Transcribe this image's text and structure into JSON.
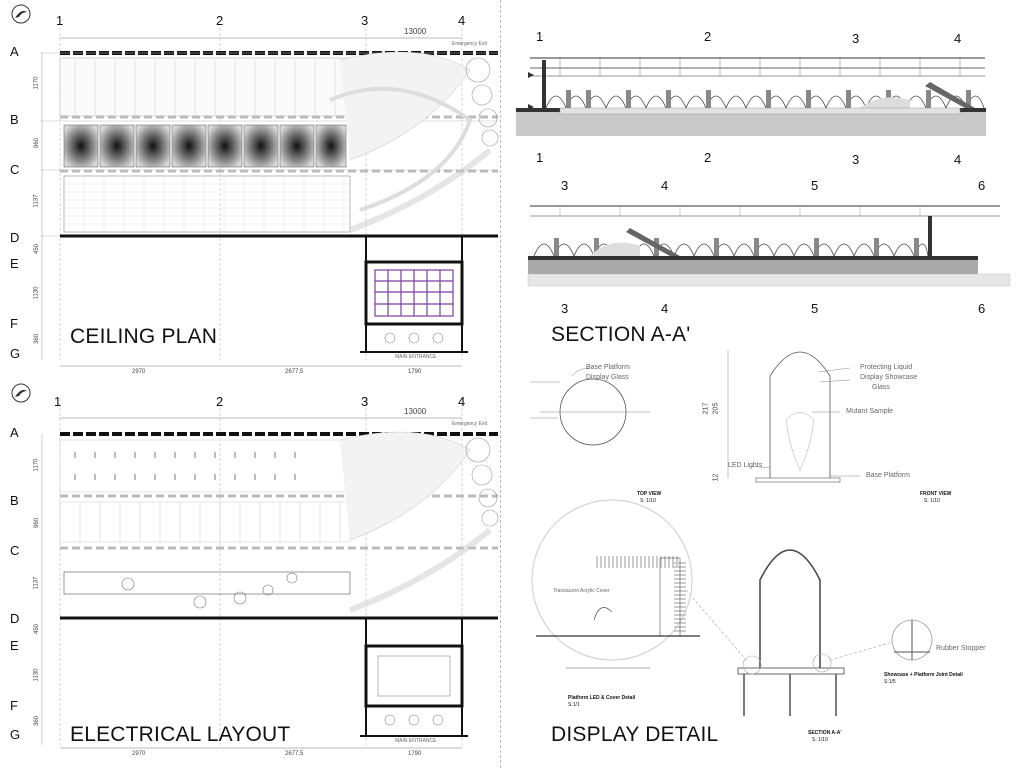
{
  "labels": {
    "ceiling_plan": "CEILING PLAN",
    "electrical_layout": "ELECTRICAL LAYOUT",
    "section": "SECTION A-A'",
    "display_detail": "DISPLAY DETAIL"
  },
  "plan_grid": {
    "columns": [
      "1",
      "2",
      "3",
      "4"
    ],
    "rows": [
      "A",
      "B",
      "C",
      "D",
      "E",
      "F",
      "G"
    ],
    "overall_dim": "13000",
    "bottom_dims": [
      "2970",
      "2677,5",
      "1790"
    ],
    "row_dims": [
      "1170",
      "960",
      "1137",
      "450",
      "1130",
      "360"
    ],
    "electrical_col3_alt": "3"
  },
  "section_grid": {
    "top_numbers": [
      "1",
      "2",
      "3",
      "4"
    ],
    "bottom_numbers": [
      "3",
      "4",
      "5",
      "6"
    ]
  },
  "display_notes": {
    "top_view_labels": [
      "Base Platform",
      "Display Glass"
    ],
    "front_view_labels": [
      "Protecting Liquid",
      "Display Showcase",
      "Glass",
      "Mutant Sample",
      "LED Lights",
      "Base Platform"
    ],
    "front_dims": [
      "217",
      "205",
      "12"
    ],
    "top_view_title": "TOP VIEW",
    "top_view_scale": "S: 1/10",
    "front_view_title": "FRONT VIEW",
    "front_view_scale": "S: 1/10",
    "led_detail_title": "Platform LED & Cover Detail",
    "led_detail_scale": "S:1/1",
    "led_detail_label": "Translucent Acrylic Cover",
    "joint_detail_title": "Showcase + Platform Joint Detail",
    "joint_detail_scale": "S:1/5",
    "rubber_label": "Rubber Stopper",
    "section_title": "SECTION A-A'",
    "section_scale": "S: 1/10"
  },
  "plan_notes": {
    "entrance": "MAIN ENTRANCE",
    "emergency": "Emergency Exit"
  },
  "colors": {
    "ink": "#111111",
    "purple_grid": "#7b3fa0",
    "gray_fill": "#bdbdbd",
    "light_gray": "#e2e2e2"
  }
}
